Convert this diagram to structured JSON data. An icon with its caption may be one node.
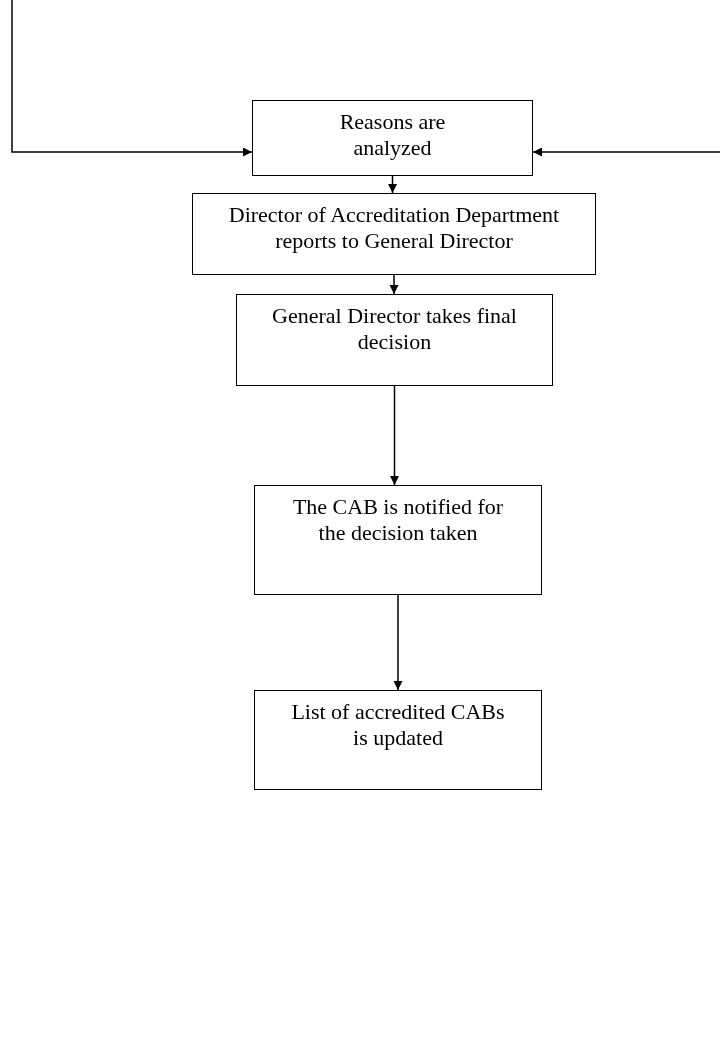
{
  "diagram": {
    "nodes": [
      {
        "text": [
          "Reasons are analyzed"
        ]
      },
      {
        "text": [
          "Director of Accreditation Department reports to General Director"
        ]
      },
      {
        "text": [
          "General Director takes final decision"
        ]
      },
      {
        "text": [
          "The CAB is notified for the decision taken"
        ]
      },
      {
        "text": [
          "List of accredited CABs is updated"
        ]
      }
    ],
    "edges": [
      {
        "from": null,
        "to": 0,
        "arrow": "to"
      },
      {
        "from": null,
        "to": 0,
        "arrow": "to"
      },
      {
        "from": 0,
        "to": 1,
        "arrow": "to"
      },
      {
        "from": 1,
        "to": 2,
        "arrow": "to"
      },
      {
        "from": 2,
        "to": 3,
        "arrow": "to"
      },
      {
        "from": 3,
        "to": 4,
        "arrow": "to"
      }
    ]
  }
}
